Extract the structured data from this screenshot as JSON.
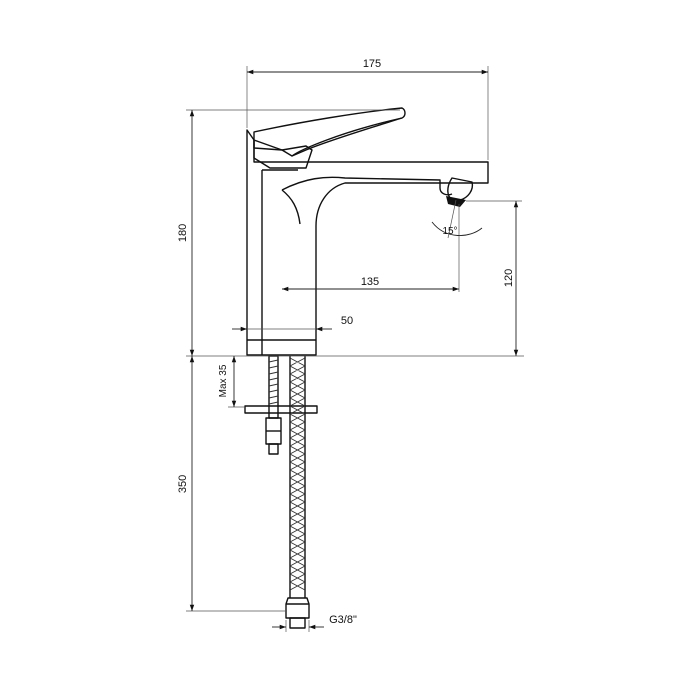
{
  "dimensions": {
    "total_width": "175",
    "total_height": "180",
    "spout_reach": "135",
    "base_diameter": "50",
    "spout_height": "120",
    "max_thickness": "Max 35",
    "hose_length": "350",
    "connection": "G3/8\"",
    "aerator_angle": "15°"
  },
  "colors": {
    "line": "#111111",
    "background": "#ffffff"
  }
}
